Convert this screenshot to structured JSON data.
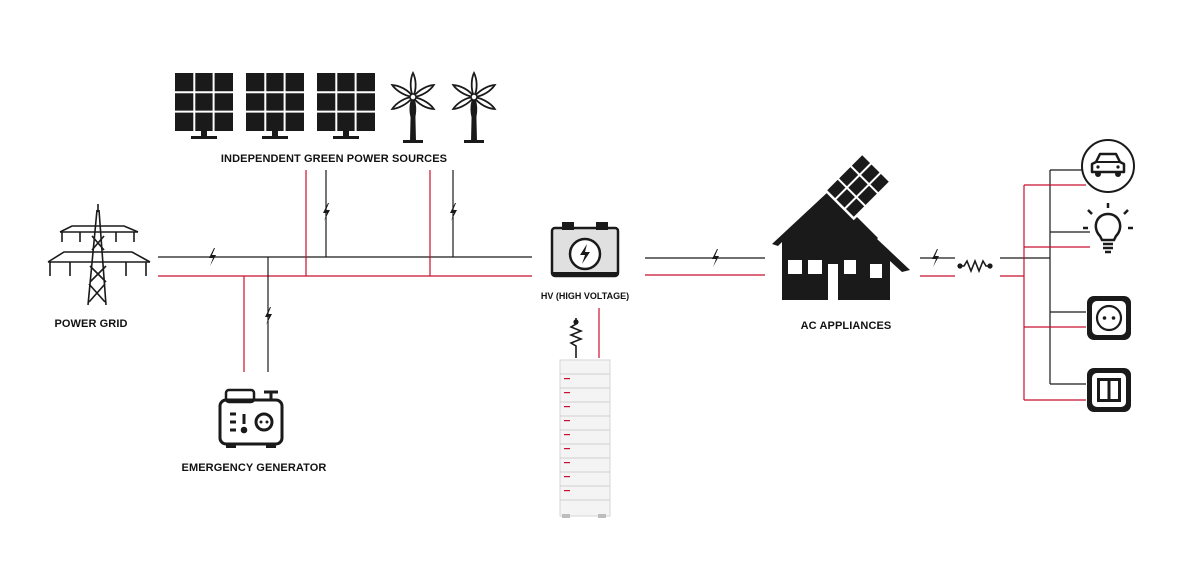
{
  "labels": {
    "green_sources": "INDEPENDENT GREEN POWER SOURCES",
    "power_grid": "POWER GRID",
    "emergency_generator": "EMERGENCY GENERATOR",
    "hv": "HV (HIGH VOLTAGE)",
    "ac_appliances": "AC APPLIANCES"
  },
  "colors": {
    "dark_line": "#1a1a1a",
    "red_line": "#c8102e"
  },
  "icons": {
    "grid": "power-tower-icon",
    "solar": "solar-panel-icon",
    "wind": "wind-turbine-icon",
    "generator": "generator-icon",
    "inverter": "inverter-icon",
    "battery": "battery-rack-icon",
    "house": "house-solar-icon",
    "loads": [
      "car-icon",
      "lightbulb-icon",
      "power-socket-icon",
      "light-switch-icon"
    ]
  }
}
